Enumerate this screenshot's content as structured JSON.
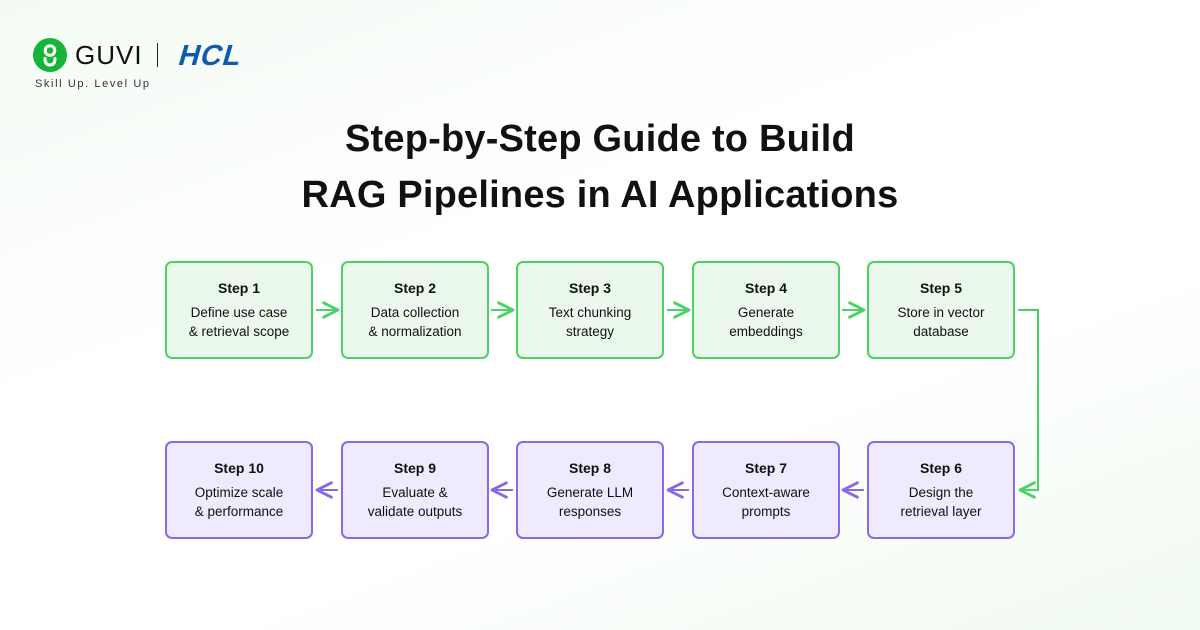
{
  "brand": {
    "name": "GUVI",
    "partner": "HCL",
    "tagline": "Skill Up. Level Up"
  },
  "title": {
    "line1": "Step-by-Step Guide to Build",
    "line2": "RAG Pipelines in AI Applications"
  },
  "colors": {
    "green_border": "#4cd168",
    "green_fill": "#eaf9ec",
    "purple_border": "#8a68e6",
    "purple_fill": "#efeafd",
    "guvi_green": "#16b53a",
    "hcl_blue": "#0f5cac"
  },
  "steps": [
    {
      "label": "Step 1",
      "desc": "Define use case\n& retrieval scope"
    },
    {
      "label": "Step 2",
      "desc": "Data collection\n& normalization"
    },
    {
      "label": "Step 3",
      "desc": "Text chunking\nstrategy"
    },
    {
      "label": "Step 4",
      "desc": "Generate\nembeddings"
    },
    {
      "label": "Step 5",
      "desc": "Store in vector\ndatabase"
    },
    {
      "label": "Step 6",
      "desc": "Design the\nretrieval layer"
    },
    {
      "label": "Step 7",
      "desc": "Context-aware\nprompts"
    },
    {
      "label": "Step 8",
      "desc": "Generate LLM\nresponses"
    },
    {
      "label": "Step 9",
      "desc": "Evaluate &\nvalidate outputs"
    },
    {
      "label": "Step 10",
      "desc": "Optimize scale\n& performance"
    }
  ]
}
